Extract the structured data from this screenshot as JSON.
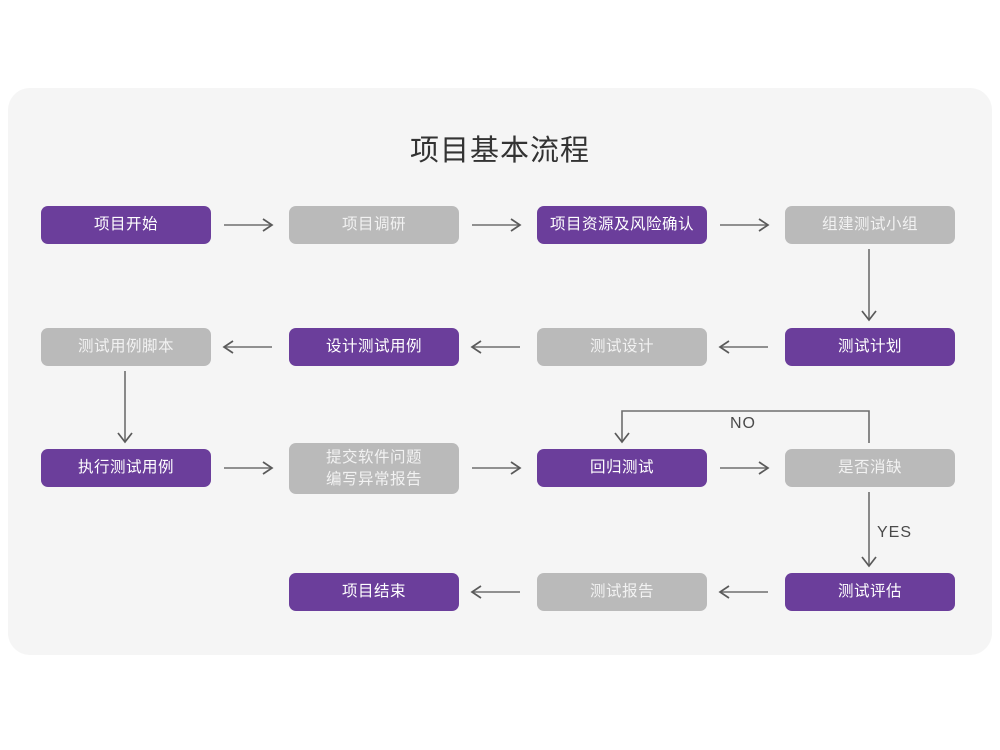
{
  "page": {
    "background": "#ffffff",
    "card_background": "#f5f5f5"
  },
  "title": "项目基本流程",
  "colors": {
    "purple": "#6b3e9b",
    "gray": "#bababa",
    "purple_text": "#ffffff",
    "gray_text": "#f2f2f2",
    "connector": "#6e6e6e",
    "title_text": "#333333"
  },
  "nodes": [
    {
      "id": "n1",
      "label": "项目开始",
      "style": "purple",
      "row": 1
    },
    {
      "id": "n2",
      "label": "项目调研",
      "style": "gray",
      "row": 1
    },
    {
      "id": "n3",
      "label": "项目资源及风险确认",
      "style": "purple",
      "row": 1
    },
    {
      "id": "n4",
      "label": "组建测试小组",
      "style": "gray",
      "row": 1
    },
    {
      "id": "n5",
      "label": "测试用例脚本",
      "style": "gray",
      "row": 2
    },
    {
      "id": "n6",
      "label": "设计测试用例",
      "style": "purple",
      "row": 2
    },
    {
      "id": "n7",
      "label": "测试设计",
      "style": "gray",
      "row": 2
    },
    {
      "id": "n8",
      "label": "测试计划",
      "style": "purple",
      "row": 2
    },
    {
      "id": "n9",
      "label": "执行测试用例",
      "style": "purple",
      "row": 3
    },
    {
      "id": "n10",
      "label": "提交软件问题\n编写异常报告",
      "style": "gray",
      "row": 3
    },
    {
      "id": "n11",
      "label": "回归测试",
      "style": "purple",
      "row": 3
    },
    {
      "id": "n12",
      "label": "是否消缺",
      "style": "gray",
      "row": 3
    },
    {
      "id": "n13",
      "label": "项目结束",
      "style": "purple",
      "row": 4
    },
    {
      "id": "n14",
      "label": "测试报告",
      "style": "gray",
      "row": 4
    },
    {
      "id": "n15",
      "label": "测试评估",
      "style": "purple",
      "row": 4
    }
  ],
  "branches": {
    "no_label": "NO",
    "yes_label": "YES"
  },
  "flow_sequence": [
    "项目开始",
    "项目调研",
    "项目资源及风险确认",
    "组建测试小组",
    "测试计划",
    "测试设计",
    "设计测试用例",
    "测试用例脚本",
    "执行测试用例",
    "提交软件问题 编写异常报告",
    "回归测试",
    "是否消缺",
    "测试评估",
    "测试报告",
    "项目结束"
  ]
}
